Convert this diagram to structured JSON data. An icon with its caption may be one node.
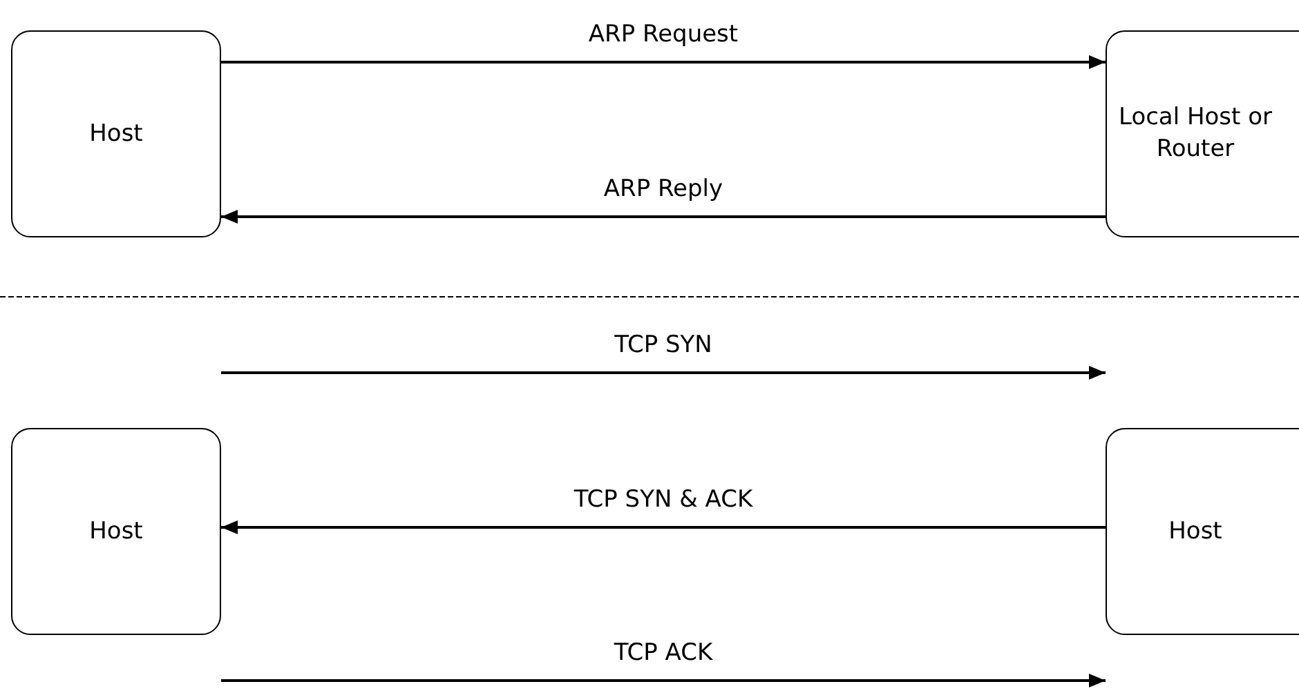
{
  "diagram": {
    "nodes": [
      {
        "text": [
          "Host"
        ]
      },
      {
        "text": [
          "Local Host or Router"
        ]
      },
      {
        "text": [
          "Host"
        ]
      },
      {
        "text": [
          "Host"
        ]
      }
    ],
    "edges": [
      {
        "from": 0,
        "to": 1,
        "arrow": "to",
        "label": "ARP Request"
      },
      {
        "from": 1,
        "to": 0,
        "arrow": "to",
        "label": "ARP Reply"
      },
      {
        "from": 2,
        "to": 3,
        "arrow": "to",
        "label": "TCP SYN"
      },
      {
        "from": 3,
        "to": 2,
        "arrow": "to",
        "label": "TCP SYN & ACK"
      },
      {
        "from": 2,
        "to": 3,
        "arrow": "to",
        "label": "TCP ACK"
      }
    ]
  }
}
